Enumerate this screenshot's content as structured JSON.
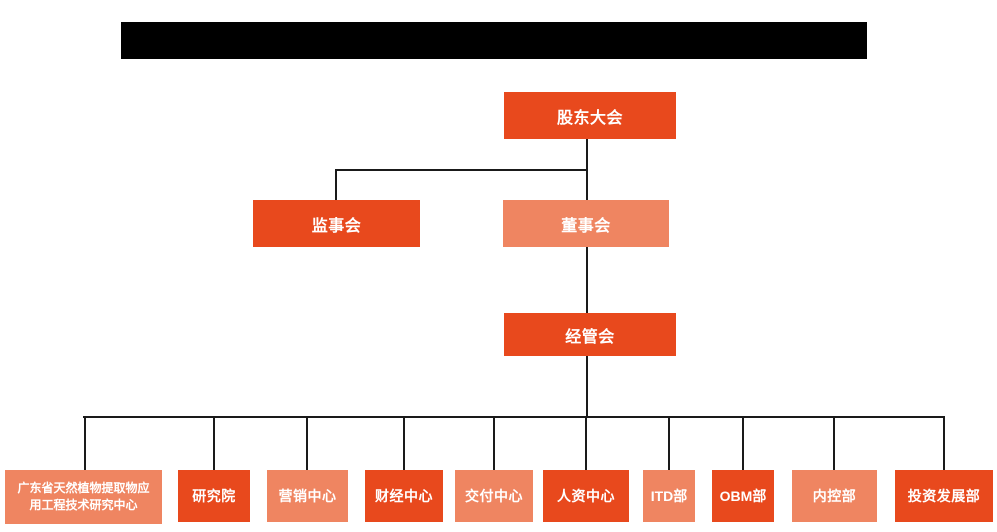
{
  "colors": {
    "dark_orange": "#E8491D",
    "light_orange": "#EF8561",
    "connector": "#1A1A1A",
    "redacted_bar": "#000000",
    "node_text": "#FFFFFF",
    "background": "#FFFFFF"
  },
  "nodes": {
    "shareholders": {
      "label": "股东大会",
      "variant": "dark"
    },
    "supervisory": {
      "label": "监事会",
      "variant": "dark"
    },
    "board": {
      "label": "董事会",
      "variant": "light"
    },
    "management": {
      "label": "经管会",
      "variant": "dark"
    },
    "research_center": {
      "label": "广东省天然植物提取物应用工程技术研究中心",
      "lines": [
        "广东省天然植物提取物应",
        "用工程技术研究中心"
      ],
      "variant": "light"
    },
    "research_institute": {
      "label": "研究院",
      "variant": "dark"
    },
    "marketing_center": {
      "label": "营销中心",
      "variant": "light"
    },
    "finance_center": {
      "label": "财经中心",
      "variant": "dark"
    },
    "delivery_center": {
      "label": "交付中心",
      "variant": "light"
    },
    "hr_center": {
      "label": "人资中心",
      "variant": "dark"
    },
    "itd_dept": {
      "label": "ITD部",
      "variant": "light"
    },
    "obm_dept": {
      "label": "OBM部",
      "variant": "dark"
    },
    "internal_control_dept": {
      "label": "内控部",
      "variant": "light"
    },
    "investment_dept": {
      "label": "投资发展部",
      "variant": "dark"
    }
  },
  "org_structure": {
    "root": "股东大会",
    "edges": [
      {
        "from": "股东大会",
        "to": "监事会"
      },
      {
        "from": "股东大会",
        "to": "董事会"
      },
      {
        "from": "董事会",
        "to": "经管会"
      },
      {
        "from": "经管会",
        "to": "广东省天然植物提取物应用工程技术研究中心"
      },
      {
        "from": "经管会",
        "to": "研究院"
      },
      {
        "from": "经管会",
        "to": "营销中心"
      },
      {
        "from": "经管会",
        "to": "财经中心"
      },
      {
        "from": "经管会",
        "to": "交付中心"
      },
      {
        "from": "经管会",
        "to": "人资中心"
      },
      {
        "from": "经管会",
        "to": "ITD部"
      },
      {
        "from": "经管会",
        "to": "OBM部"
      },
      {
        "from": "经管会",
        "to": "内控部"
      },
      {
        "from": "经管会",
        "to": "投资发展部"
      }
    ]
  }
}
